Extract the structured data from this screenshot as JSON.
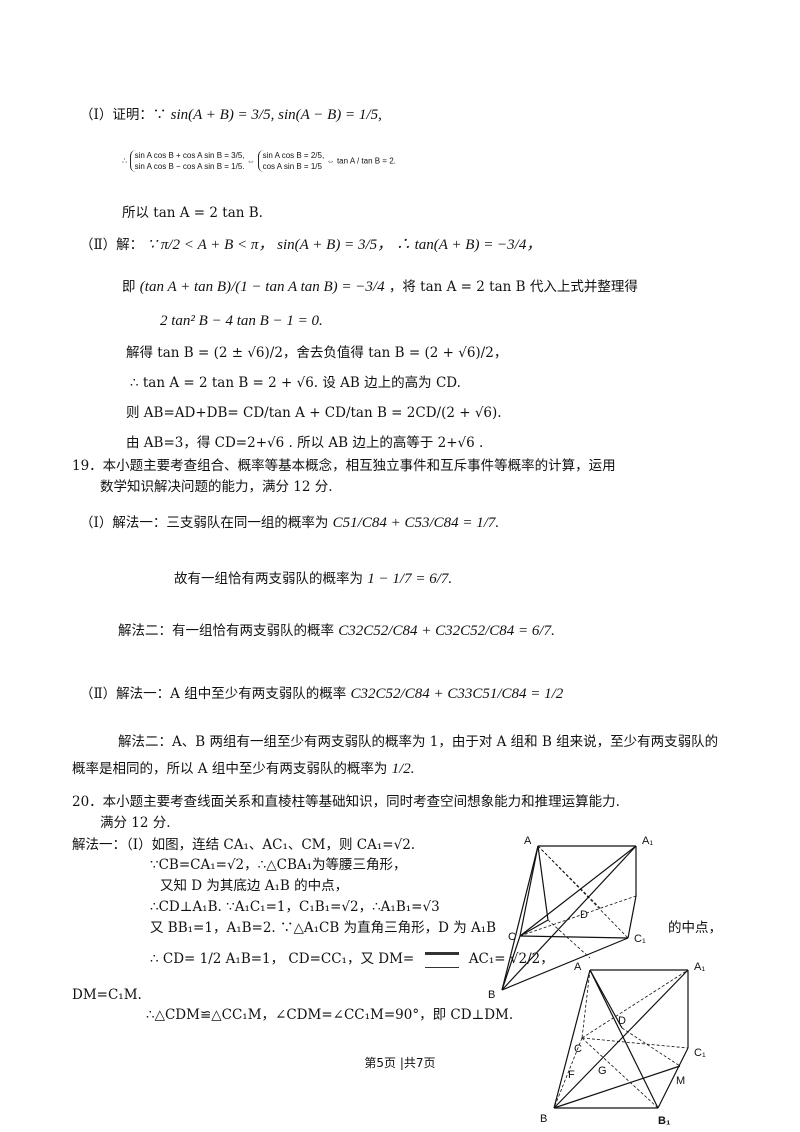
{
  "l1": {
    "prefix": "（Ⅰ）证明：∵",
    "expr": "sin(A + B) = 3/5, sin(A − B) = 1/5,"
  },
  "l2": {
    "r1": "sin A cos B + cos A sin B = 3/5,",
    "r2": "sin A cos B − cos A sin B = 1/5.",
    "r3": "sin A cos B = 2/5,",
    "r4": "cos A sin B = 1/5",
    "r5": "⇔ tan A / tan B = 2."
  },
  "l3": "所以 tan A = 2 tan B.",
  "l4": {
    "prefix": "（Ⅱ）解：",
    "expr": "∵ π/2 < A + B < π，  sin(A + B) = 3/5，        ∴ tan(A + B) = −3/4，"
  },
  "l5": {
    "prefix": "即",
    "expr": "(tan A + tan B)/(1 − tan A tan B) = −3/4",
    "suffix": "，将 tan A = 2 tan B 代入上式并整理得"
  },
  "l6": "2 tan² B − 4 tan B − 1 = 0.",
  "l7": "解得 tan B = (2 ± √6)/2，舍去负值得 tan B = (2 + √6)/2，",
  "l8": "∴ tan A = 2 tan B = 2 + √6.   设 AB 边上的高为 CD.",
  "l9": "则 AB=AD+DB= CD/tan A + CD/tan B = 2CD/(2 + √6).",
  "l10": "由 AB=3，得 CD=2+√6 .   所以 AB 边上的高等于 2+√6 .",
  "q19": {
    "line1": "19．本小题主要考查组合、概率等基本概念，相互独立事件和互斥事件等概率的计算，运用",
    "line2": "数学知识解决问题的能力，满分 12 分.",
    "p1a": "（Ⅰ）解法一：三支弱队在同一组的概率为",
    "p1a_expr": "C51/C84 + C53/C84 = 1/7.",
    "p1b": "故有一组恰有两支弱队的概率为",
    "p1b_expr": "1 − 1/7 = 6/7.",
    "p1c": "解法二：有一组恰有两支弱队的概率",
    "p1c_expr": "C32C52/C84 + C32C52/C84 = 6/7.",
    "p2a": "（Ⅱ）解法一：A 组中至少有两支弱队的概率",
    "p2a_expr": "C32C52/C84 + C33C51/C84 = 1/2",
    "p2b": "解法二：A、B 两组有一组至少有两支弱队的概率为 1，由于对 A 组和 B 组来说，至少有两支弱队的",
    "p2c": "概率是相同的，所以 A 组中至少有两支弱队的概率为",
    "p2c_expr": "1/2."
  },
  "q20": {
    "line1": "20．本小题主要考查线面关系和直棱柱等基础知识，同时考查空间想象能力和推理运算能力.",
    "line2": "满分 12 分.",
    "s1": "解法一：（Ⅰ）如图，连结 CA₁、AC₁、CM，则 CA₁=√2.",
    "s2": "∵CB=CA₁=√2，∴△CBA₁为等腰三角形，",
    "s3": "又知 D 为其底边 A₁B 的中点，",
    "s4": "∴CD⊥A₁B.   ∵A₁C₁=1，C₁B₁=√2，∴A₁B₁=√3",
    "s5": "又 BB₁=1，A₁B=2.  ∵△A₁CB 为直角三角形，D 为 A₁B",
    "s5_tail": "的中点，",
    "s6": "∴ CD= 1/2 A₁B=1， CD=CC₁，又 DM=",
    "s6_tail": "AC₁= √2/2，",
    "s7": "DM=C₁M.",
    "s8": "∴△CDM≌△CC₁M，∠CDM=∠CC₁M=90°，即 CD⊥DM."
  },
  "fig1": {
    "A": "A",
    "A1": "A₁",
    "C": "C",
    "C1": "C₁",
    "D": "D",
    "B": "B"
  },
  "fig2": {
    "A": "A",
    "A1": "A₁",
    "C": "C",
    "C1": "C₁",
    "D": "D",
    "B": "B",
    "B1": "B₁",
    "F": "F",
    "G": "G",
    "M": "M"
  },
  "footer": "第5页  |共7页"
}
